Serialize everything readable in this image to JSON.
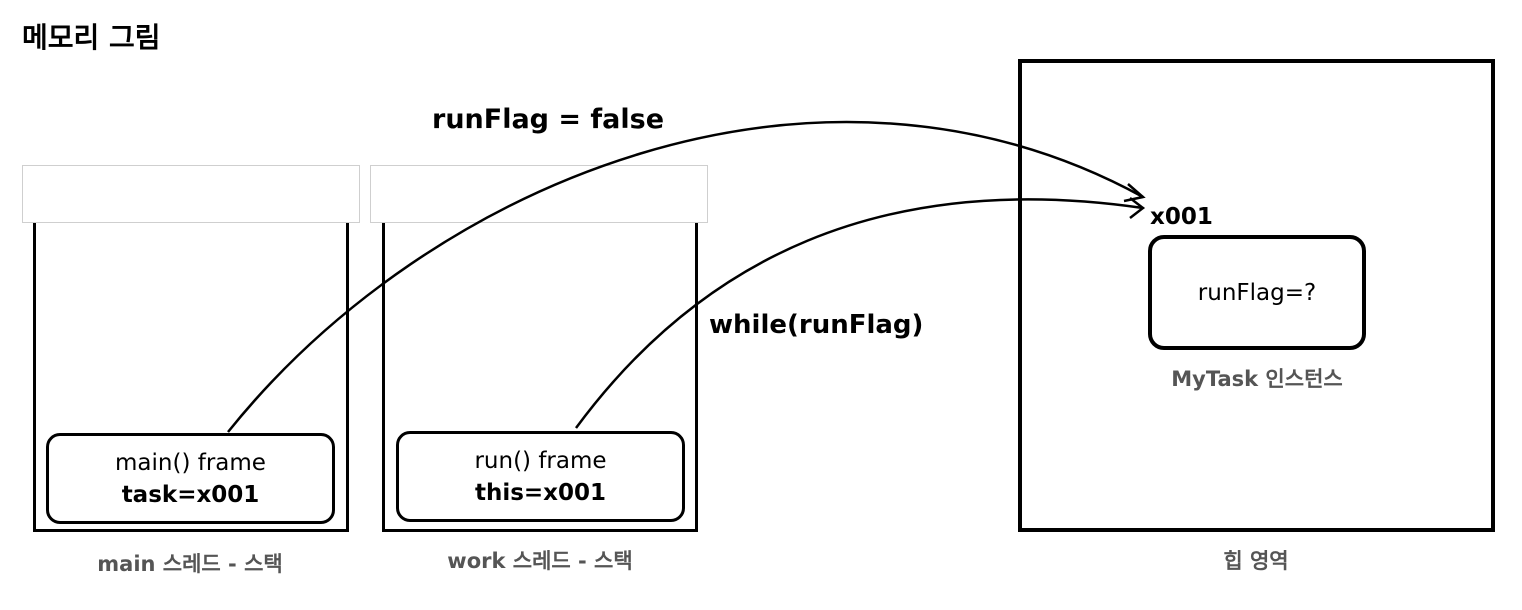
{
  "title": "메모리 그림",
  "main_stack": {
    "frame_line1": "main() frame",
    "frame_line2": "task=x001",
    "caption": "main 스레드 - 스택"
  },
  "work_stack": {
    "frame_line1": "run() frame",
    "frame_line2": "this=x001",
    "caption": "work 스레드 - 스택"
  },
  "heap": {
    "address": "x001",
    "instance_field": "runFlag=?",
    "instance_caption": "MyTask 인스턴스",
    "caption": "힙 영역"
  },
  "arrows": {
    "main_label": "runFlag = false",
    "work_label": "while(runFlag)"
  }
}
